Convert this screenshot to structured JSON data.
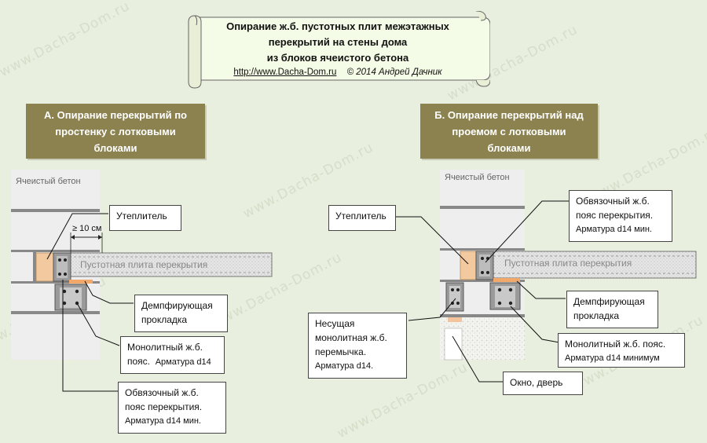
{
  "title": {
    "line1": "Опирание ж.б. пустотных плит межэтажных",
    "line2": "перекрытий на стены дома",
    "line3": "из блоков ячеистого бетона",
    "url": "http://www.Dacha-Dom.ru",
    "copyright": "© 2014 Андрей Дачник"
  },
  "watermark": "www.Dacha-Dom.ru",
  "panel_a": {
    "header": [
      "А. Опирание перекрытий по",
      "простенку с лотковыми",
      "блоками"
    ],
    "wall_label": "Ячеистый бетон",
    "slab_label": "Пустотная плита перекрытия",
    "dimension": "≥ 10 см",
    "insulation": "Утеплитель",
    "pad": [
      "Демпфирующая",
      "прокладка"
    ],
    "monolithic": [
      "Монолитный ж.б.",
      "пояс.",
      "Арматура d14"
    ],
    "tie_belt": [
      "Обвязочный ж.б.",
      "пояс перекрытия.",
      "Арматура d14 мин."
    ]
  },
  "panel_b": {
    "header": [
      "Б. Опирание перекрытий над",
      "проемом  с лотковыми",
      "блоками"
    ],
    "wall_label": "Ячеистый бетон",
    "slab_label": "Пустотная плита перекрытия",
    "tie_belt": [
      "Обвязочный ж.б.",
      "пояс перекрытия.",
      "Арматура d14 мин."
    ],
    "insulation": "Утеплитель",
    "lintel": [
      "Несущая",
      "монолитная ж.б.",
      "перемычка.",
      "Арматура d14."
    ],
    "pad": [
      "Демпфирующая",
      "прокладка"
    ],
    "monolithic": [
      "Монолитный ж.б. пояс.",
      "Арматура d14 минимум"
    ],
    "opening": "Окно, дверь"
  },
  "colors": {
    "background": "#e9efde",
    "header_bg": "#8b8250",
    "scroll_bg": "#f4fbe6",
    "wall": "#eeeeee",
    "mortar": "#888888",
    "insulation": "#f3c9a0",
    "pad": "#f2a869"
  }
}
